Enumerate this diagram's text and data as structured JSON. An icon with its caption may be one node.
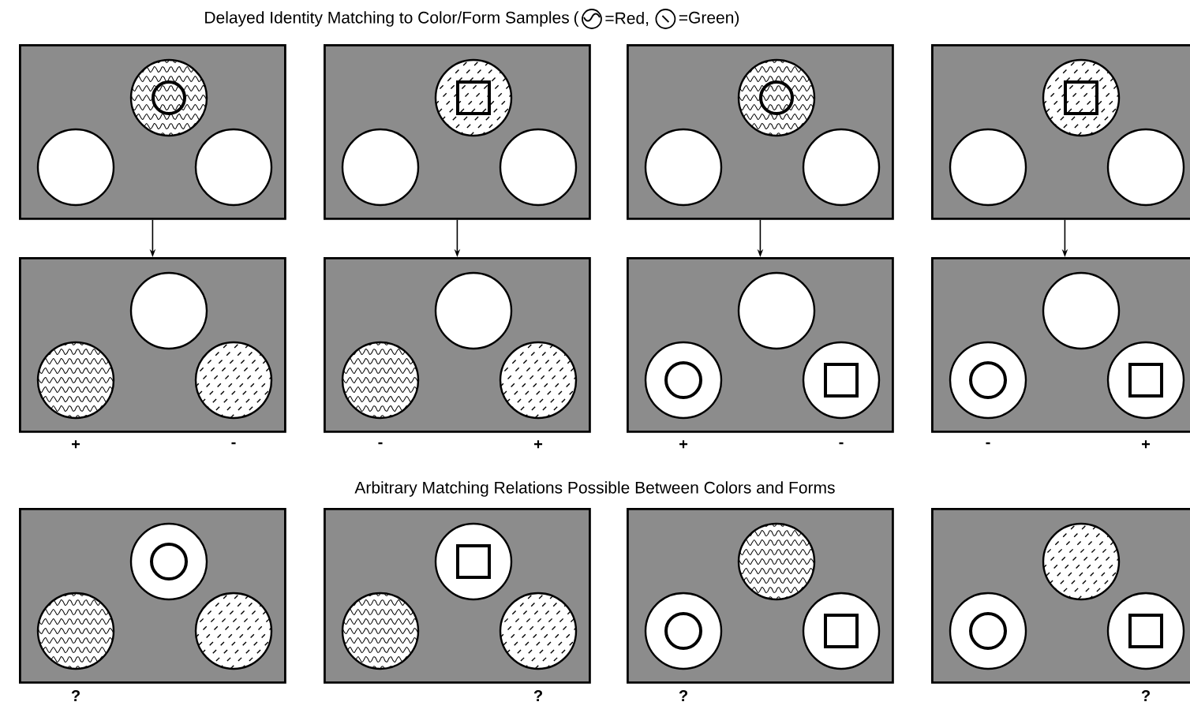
{
  "diagram": {
    "title": "Delayed Identity Matching to Color/Form Samples",
    "nodes": [
      {
        "text": [],
        "shape": "box"
      },
      {
        "text": [],
        "shape": "box"
      },
      {
        "text": [],
        "shape": "box"
      },
      {
        "text": [],
        "shape": "box"
      },
      {
        "text": [],
        "shape": "box",
        "beside": [
          "+",
          "-"
        ]
      },
      {
        "text": [],
        "shape": "box",
        "beside": [
          "-",
          "+"
        ]
      },
      {
        "text": [],
        "shape": "box",
        "beside": [
          "+",
          "-"
        ]
      },
      {
        "text": [],
        "shape": "box",
        "beside": [
          "-",
          "+"
        ]
      },
      {
        "text": [],
        "shape": "box",
        "beside": [
          "?"
        ]
      },
      {
        "text": [],
        "shape": "box",
        "beside": [
          "?"
        ]
      },
      {
        "text": [],
        "shape": "box",
        "beside": [
          "?"
        ]
      },
      {
        "text": [],
        "shape": "box",
        "beside": [
          "?"
        ]
      }
    ],
    "edges": [
      {
        "from": 0,
        "to": 4,
        "arrow": "to"
      },
      {
        "from": 1,
        "to": 5,
        "arrow": "to"
      },
      {
        "from": 2,
        "to": 6,
        "arrow": "to"
      },
      {
        "from": 3,
        "to": 7,
        "arrow": "to"
      }
    ],
    "labels": [
      "(",
      "=Red,",
      "=Green)",
      "Arbitrary Matching Relations Possible Between Colors and Forms"
    ]
  }
}
